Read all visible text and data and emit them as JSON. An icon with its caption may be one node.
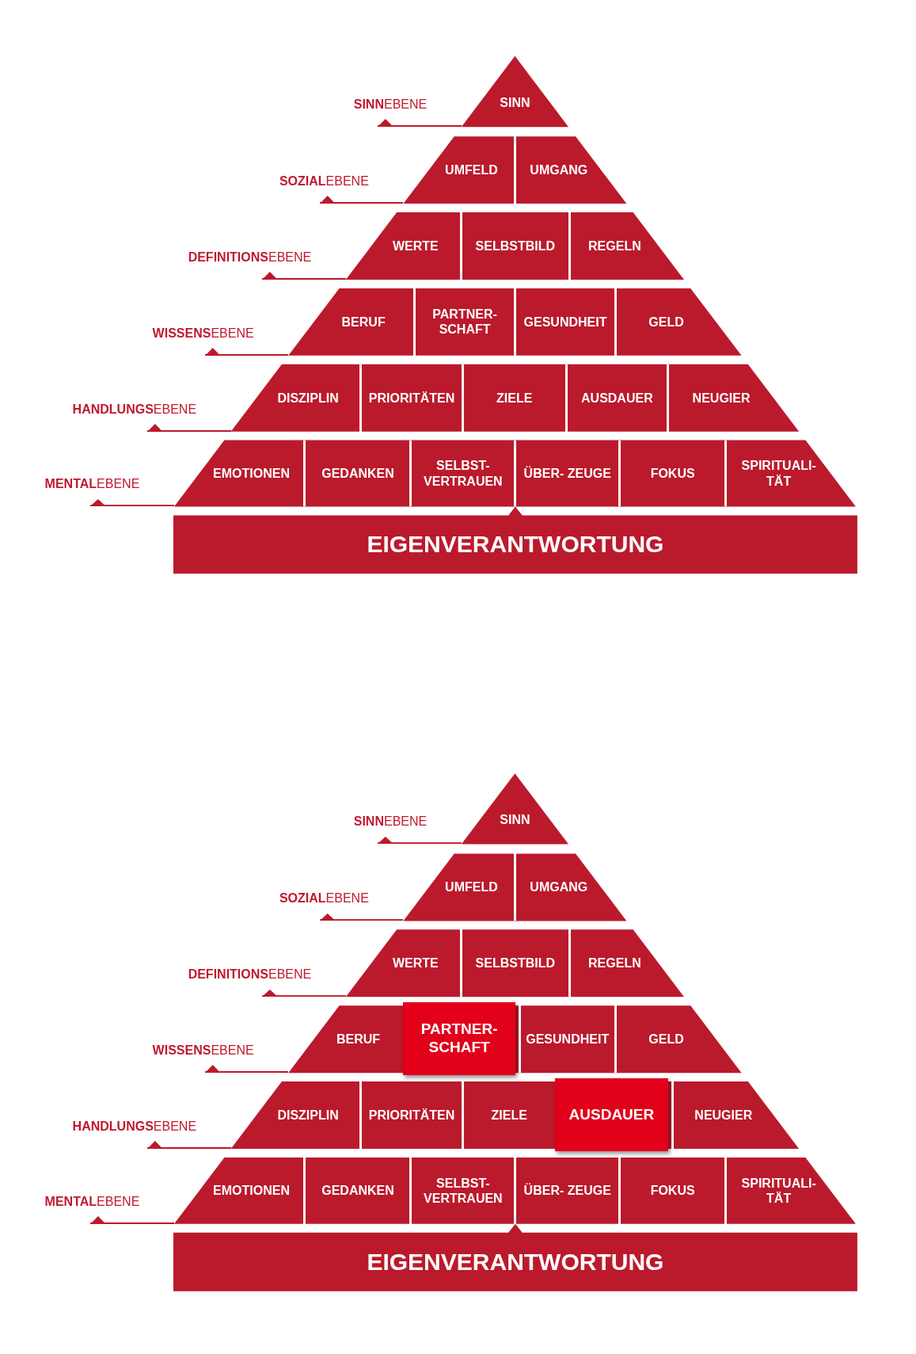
{
  "diagram": {
    "nodes": [
      {
        "text": [
          "SINN"
        ]
      },
      {
        "text": [
          "UMFELD"
        ]
      },
      {
        "text": [
          "UMGANG"
        ]
      },
      {
        "text": [
          "WERTE"
        ]
      },
      {
        "text": [
          "SELBSTBILD"
        ]
      },
      {
        "text": [
          "REGELN"
        ]
      },
      {
        "text": [
          "BERUF"
        ]
      },
      {
        "text": [
          "PARTNER- SCHAFT"
        ]
      },
      {
        "text": [
          "GESUNDHEIT"
        ]
      },
      {
        "text": [
          "GELD"
        ]
      },
      {
        "text": [
          "DISZIPLIN"
        ]
      },
      {
        "text": [
          "PRIORITÄTEN"
        ]
      },
      {
        "text": [
          "ZIELE"
        ]
      },
      {
        "text": [
          "AUSDAUER"
        ]
      },
      {
        "text": [
          "NEUGIER"
        ]
      },
      {
        "text": [
          "EMOTIONEN"
        ]
      },
      {
        "text": [
          "GEDANKEN"
        ]
      },
      {
        "text": [
          "SELBST- VERTRAUEN"
        ]
      },
      {
        "text": [
          "ÜBER- ZEUGE"
        ]
      },
      {
        "text": [
          "FOKUS"
        ]
      },
      {
        "text": [
          "SPIRITUALI- TÄT"
        ]
      },
      {
        "text": [
          "EIGENVERANTWORTUNG"
        ]
      },
      {
        "text": [
          "SINN"
        ]
      },
      {
        "text": [
          "UMFELD"
        ]
      },
      {
        "text": [
          "UMGANG"
        ]
      },
      {
        "text": [
          "WERTE"
        ]
      },
      {
        "text": [
          "SELBSTBILD"
        ]
      },
      {
        "text": [
          "REGELN"
        ]
      },
      {
        "text": [
          "BERUF"
        ]
      },
      {
        "text": [
          "PARTNER- SCHAFT"
        ]
      },
      {
        "text": [
          "GESUNDHEIT"
        ]
      },
      {
        "text": [
          "GELD"
        ]
      },
      {
        "text": [
          "DISZIPLIN"
        ]
      },
      {
        "text": [
          "PRIORITÄTEN"
        ]
      },
      {
        "text": [
          "ZIELE"
        ]
      },
      {
        "text": [
          "AUSDAUER"
        ]
      },
      {
        "text": [
          "NEUGIER"
        ]
      },
      {
        "text": [
          "EMOTIONEN"
        ]
      },
      {
        "text": [
          "GEDANKEN"
        ]
      },
      {
        "text": [
          "SELBST- VERTRAUEN"
        ]
      },
      {
        "text": [
          "ÜBER- ZEUGE"
        ]
      },
      {
        "text": [
          "FOKUS"
        ]
      },
      {
        "text": [
          "SPIRITUALI- TÄT"
        ]
      },
      {
        "text": [
          "EIGENVERANTWORTUNG"
        ]
      }
    ],
    "labels": [
      "**SINN**EBENE",
      "**SOZIAL**EBENE",
      "**DEFINITIONS**EBENE",
      "**WISSENS**EBENE",
      "**HANDLUNGS**EBENE",
      "**MENTAL**EBENE",
      "**SINN**EBENE",
      "**SOZIAL**EBENE",
      "**DEFINITIONS**EBENE",
      "**WISSENS**EBENE",
      "**HANDLUNGS**EBENE",
      "**MENTAL**EBENE"
    ]
  }
}
